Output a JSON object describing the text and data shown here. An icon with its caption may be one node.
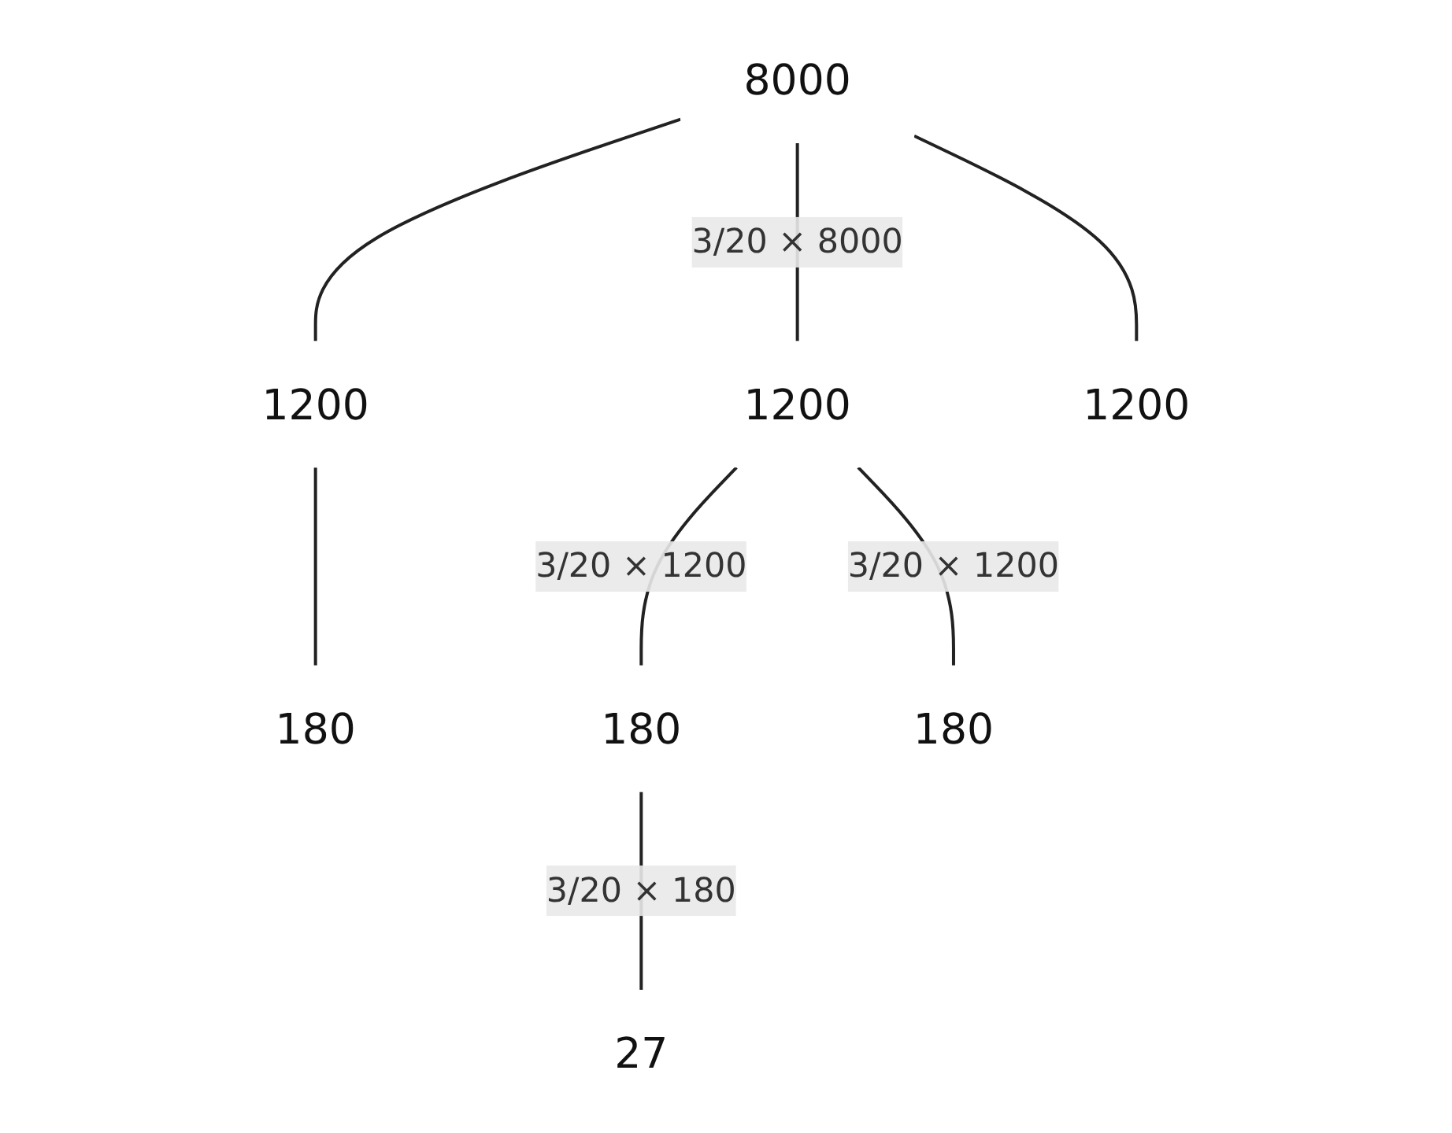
{
  "diagram": {
    "nodes": [
      {
        "text": [
          "8000"
        ]
      },
      {
        "text": [
          "1200"
        ]
      },
      {
        "text": [
          "1200"
        ]
      },
      {
        "text": [
          "1200"
        ]
      },
      {
        "text": [
          "180"
        ]
      },
      {
        "text": [
          "180"
        ]
      },
      {
        "text": [
          "180"
        ]
      },
      {
        "text": [
          "27"
        ]
      }
    ],
    "edges": [
      {
        "from": 0,
        "to": 1,
        "arrow": "none",
        "label": "3/20 × 8000"
      },
      {
        "from": 0,
        "to": 2,
        "arrow": "none"
      },
      {
        "from": 0,
        "to": 3,
        "arrow": "none"
      },
      {
        "from": 1,
        "to": 6,
        "arrow": "none",
        "label": "3/20 × 1200"
      },
      {
        "from": 1,
        "to": 5,
        "arrow": "none",
        "label": "3/20 × 1200"
      },
      {
        "from": 2,
        "to": 4,
        "arrow": "none"
      },
      {
        "from": 5,
        "to": 7,
        "arrow": "none",
        "label": "3/20 × 180"
      }
    ]
  }
}
